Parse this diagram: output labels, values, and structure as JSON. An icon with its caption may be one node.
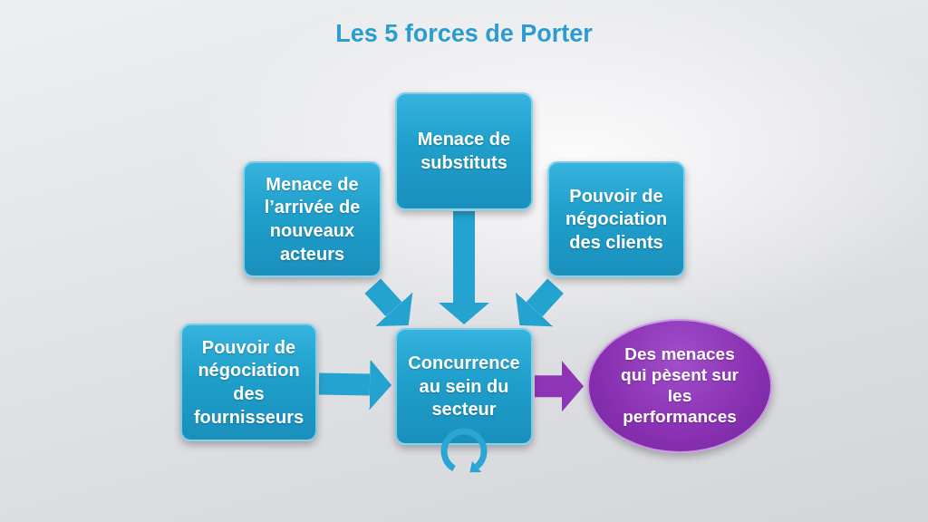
{
  "diagram": {
    "title": "Les 5 forces de Porter",
    "nodes": [
      {
        "text": [
          "Menace de substituts"
        ]
      },
      {
        "text": [
          "Menace de l’arrivée de nouveaux acteurs"
        ]
      },
      {
        "text": [
          "Pouvoir de négociation des clients"
        ]
      },
      {
        "text": [
          "Pouvoir de négociation des fournisseurs"
        ]
      },
      {
        "text": [
          "Concurrence au sein du secteur"
        ]
      },
      {
        "text": [
          "Des menaces qui pèsent sur les performances"
        ]
      }
    ],
    "edges": [
      {
        "from": 0,
        "to": 4,
        "arrow": "to"
      },
      {
        "from": 1,
        "to": 4,
        "arrow": "to"
      },
      {
        "from": 2,
        "to": 4,
        "arrow": "to"
      },
      {
        "from": 3,
        "to": 4,
        "arrow": "to"
      },
      {
        "from": 4,
        "to": 5,
        "arrow": "to",
        "color": "#8e35b6"
      }
    ]
  }
}
